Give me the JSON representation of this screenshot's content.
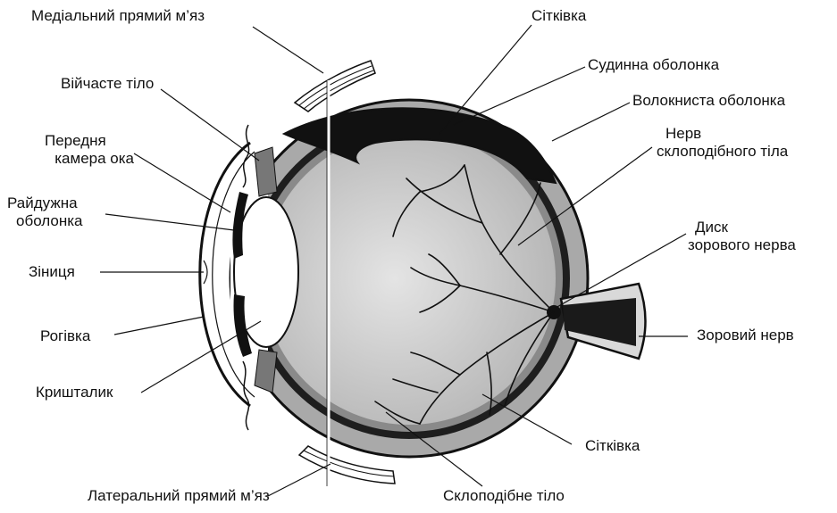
{
  "diagram": {
    "labels": {
      "medial_rectus": "Медіальний прямий м’яз",
      "ciliary_body": "Війчасте тіло",
      "anterior_chamber_line1": "Передня",
      "anterior_chamber_line2": "камера ока",
      "iris_line1": "Райдужна",
      "iris_line2": "оболонка",
      "pupil": "Зіниця",
      "cornea": "Рогівка",
      "lens": "Кришталик",
      "lateral_rectus": "Латеральний прямий м’яз",
      "retina_top": "Сітківка",
      "choroid": "Судинна оболонка",
      "sclera": "Волокниста оболонка",
      "vitreous_nerve_line1": "Нерв",
      "vitreous_nerve_line2": "склоподібного тіла",
      "optic_disc_line1": "Диск",
      "optic_disc_line2": "зорового нерва",
      "optic_nerve": "Зоровий нерв",
      "retina_bottom": "Сітківка",
      "vitreous_body": "Склоподібне тіло"
    },
    "colors": {
      "line": "#111111",
      "vitreous": "#c8c8c8",
      "layer_dark": "#1a1a1a",
      "background": "#ffffff"
    }
  }
}
